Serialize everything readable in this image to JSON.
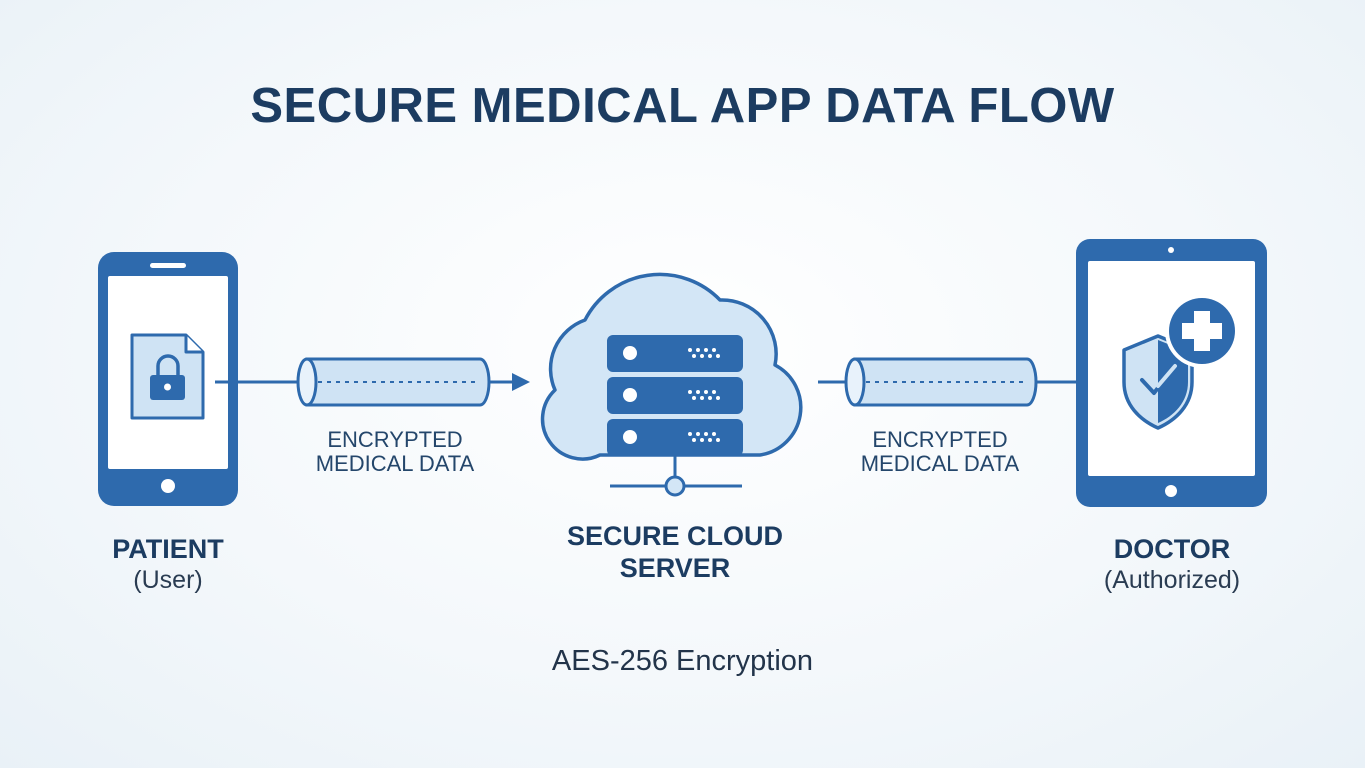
{
  "title": "SECURE MEDICAL APP DATA FLOW",
  "nodes": {
    "patient": {
      "name": "PATIENT",
      "role": "(User)"
    },
    "server": {
      "name_line1": "SECURE CLOUD",
      "name_line2": "SERVER"
    },
    "doctor": {
      "name": "DOCTOR",
      "role": "(Authorized)"
    }
  },
  "flows": {
    "left": {
      "line1": "ENCRYPTED",
      "line2": "MEDICAL DATA"
    },
    "right": {
      "line1": "ENCRYPTED",
      "line2": "MEDICAL DATA"
    }
  },
  "footer": "AES-256 Encryption",
  "colors": {
    "primary": "#2e6aad",
    "light_fill": "#cfe3f4",
    "title": "#1c3c61",
    "background": "#f4f8fb"
  },
  "icons": [
    "smartphone-icon",
    "locked-file-icon",
    "cloud-icon",
    "server-icon",
    "tablet-icon",
    "shield-check-icon",
    "medical-cross-icon",
    "data-pipe-icon",
    "arrow-icon"
  ]
}
